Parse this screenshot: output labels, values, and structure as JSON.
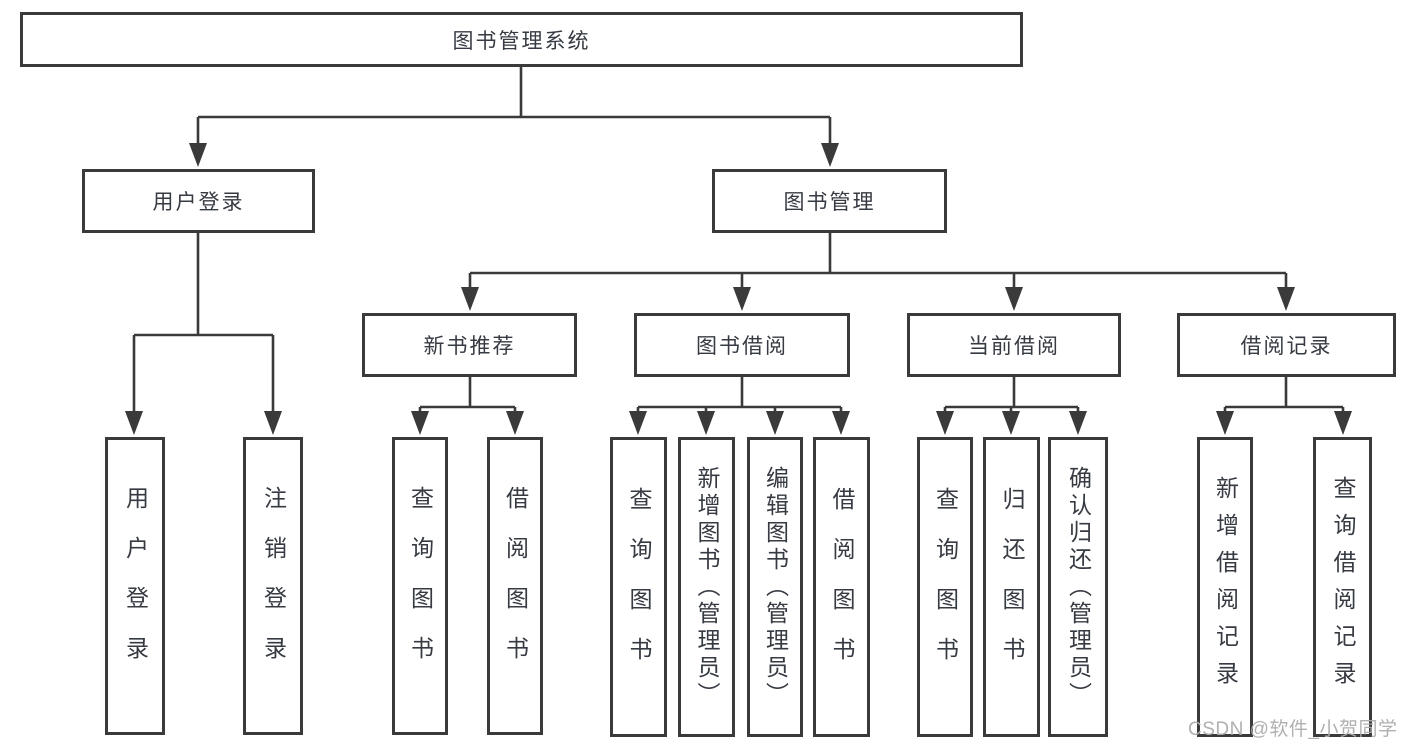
{
  "diagram": {
    "root": "图书管理系统",
    "branches": {
      "user_login": {
        "label": "用户登录",
        "children": [
          "用户登录",
          "注销登录"
        ]
      },
      "book_management": {
        "label": "图书管理",
        "sections": {
          "new_book_recommend": {
            "label": "新书推荐",
            "children": [
              "查询图书",
              "借阅图书"
            ]
          },
          "book_borrow": {
            "label": "图书借阅",
            "children": [
              "查询图书",
              "新增图书（管理员）",
              "编辑图书（管理员）",
              "借阅图书"
            ]
          },
          "current_borrow": {
            "label": "当前借阅",
            "children": [
              "查询图书",
              "归还图书",
              "确认归还（管理员）"
            ]
          },
          "borrow_records": {
            "label": "借阅记录",
            "children": [
              "新增借阅记录",
              "查询借阅记录"
            ]
          }
        }
      }
    },
    "line_color": "#3a3a3a",
    "background_color": "#ffffff"
  },
  "watermark": "CSDN @软件_小贺同学"
}
